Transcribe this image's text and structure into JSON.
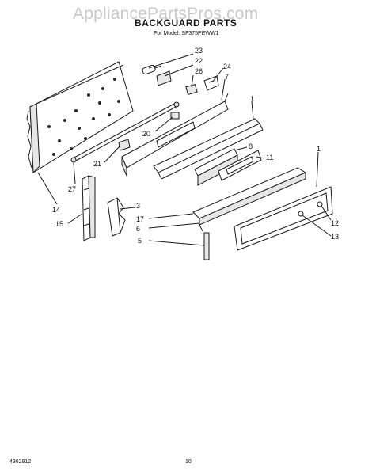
{
  "watermark": "AppliancePartsPros.com",
  "title": "BACKGUARD PARTS",
  "model": "For Model: SF375PEWW1",
  "callouts": [
    "23",
    "22",
    "26",
    "24",
    "7",
    "1",
    "20",
    "8",
    "11",
    "21",
    "27",
    "1",
    "14",
    "3",
    "12",
    "17",
    "6",
    "13",
    "15",
    "5"
  ],
  "footer": {
    "doc_number": "4362912",
    "page": "10"
  }
}
